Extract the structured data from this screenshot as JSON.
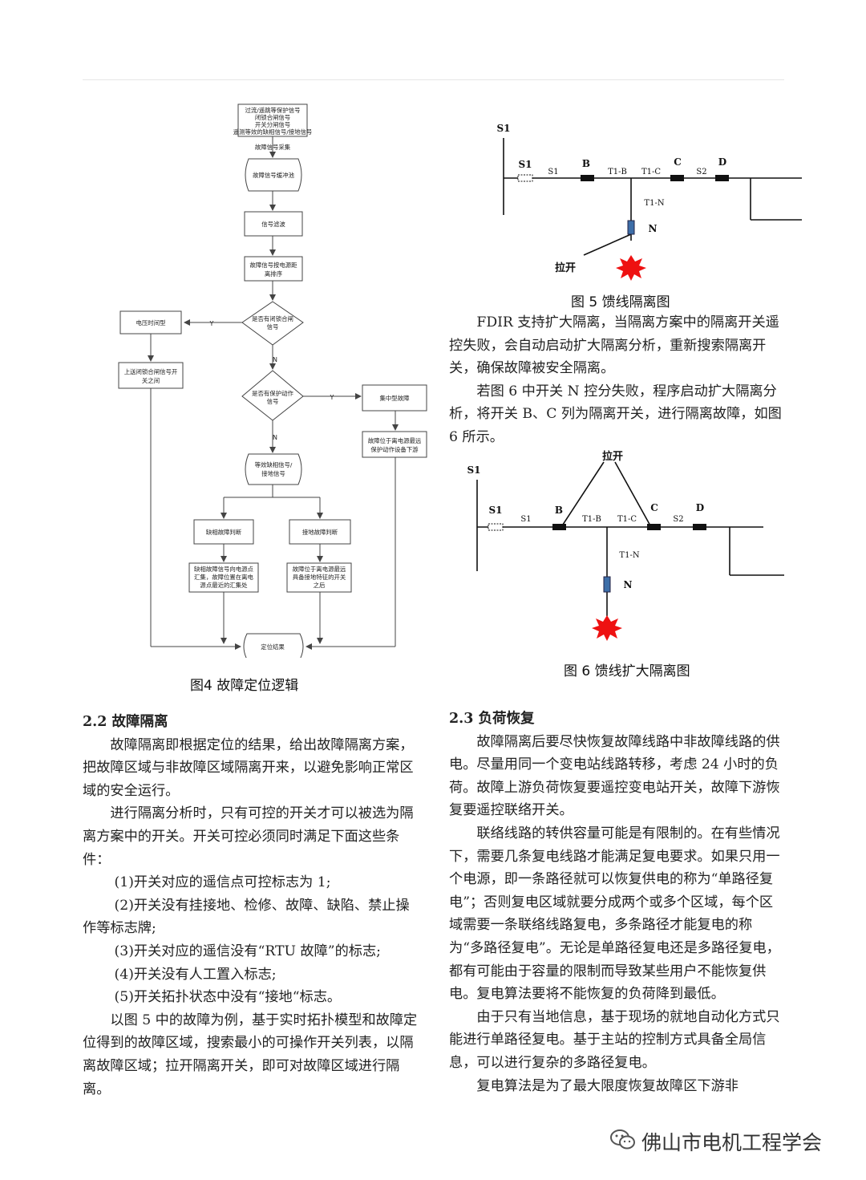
{
  "figure4": {
    "caption": "图4 故障定位逻辑",
    "nodes": {
      "input_line1": "过流/遥跳等保护信号",
      "input_line2": "闭锁合闸信号",
      "input_line3": "开关分闸信号",
      "input_line4": "遥测等效的缺相信号/接地信号",
      "collect": "故障信号采集",
      "buffer": "故障信号缓冲池",
      "filter": "信号滤波",
      "sort_line1": "故障信号按电源距",
      "sort_line2": "离排序",
      "decision1_line1": "是否有闭锁合闸",
      "decision1_line2": "信号",
      "voltage_time": "电压时间型",
      "upstream_line1": "上送闭锁合闸信号开",
      "upstream_line2": "关之间",
      "decision2_line1": "是否有保护动作",
      "decision2_line2": "信号",
      "centralized": "集中型故障",
      "protect_line1": "故障位于离电源最远",
      "protect_line2": "保护动作设备下游",
      "equiv_line1": "等效缺相信号/",
      "equiv_line2": "接地信号",
      "phase_judge": "缺相故障判断",
      "ground_judge": "接地故障判断",
      "phase_result_line1": "缺相故障信号向电源点",
      "phase_result_line2": "汇集，故障位置在离电",
      "phase_result_line3": "源点最近的汇集处",
      "ground_result_line1": "故障位于离电源最远",
      "ground_result_line2": "具备接地特征的开关",
      "ground_result_line3": "之后",
      "result": "定位结果",
      "yes": "Y",
      "no": "N"
    }
  },
  "figure5": {
    "caption": "图 5 馈线隔离图",
    "labels": {
      "source": "S1",
      "s1_switch": "S1",
      "s1_seg": "S1",
      "b": "B",
      "t1b": "T1-B",
      "t1c": "T1-C",
      "c": "C",
      "s2": "S2",
      "d": "D",
      "t1n": "T1-N",
      "n": "N",
      "open": "拉开"
    }
  },
  "figure6": {
    "caption": "图 6 馈线扩大隔离图",
    "labels": {
      "source": "S1",
      "s1_switch": "S1",
      "s1_seg": "S1",
      "b": "B",
      "t1b": "T1-B",
      "t1c": "T1-C",
      "c": "C",
      "s2": "S2",
      "d": "D",
      "t1n": "T1-N",
      "n": "N",
      "open": "拉开"
    }
  },
  "left_column": {
    "heading": "2.2 故障隔离",
    "p1": "故障隔离即根据定位的结果，给出故障隔离方案，把故障区域与非故障区域隔离开来，以避免影响正常区域的安全运行。",
    "p2": "进行隔离分析时，只有可控的开关才可以被选为隔离方案中的开关。开关可控必须同时满足下面这些条件：",
    "item1": "(1)开关对应的遥信点可控标志为 1;",
    "item2": "(2)开关没有挂接地、检修、故障、缺陷、禁止操作等标志牌;",
    "item3": "(3)开关对应的遥信没有“RTU 故障”的标志;",
    "item4": "(4)开关没有人工置入标志;",
    "item5": "(5)开关拓扑状态中没有“接地“标志。",
    "p3": "以图 5 中的故障为例，基于实时拓扑模型和故障定位得到的故障区域，搜索最小的可操作开关列表，以隔离故障区域；拉开隔离开关，即可对故障区域进行隔离。"
  },
  "right_column": {
    "p1": "FDIR 支持扩大隔离，当隔离方案中的隔离开关遥控失败，会自动启动扩大隔离分析，重新搜索隔离开关，确保故障被安全隔离。",
    "p2": "若图 6 中开关 N 控分失败，程序启动扩大隔离分析，将开关 B、C 列为隔离开关，进行隔离故障，如图 6 所示。",
    "heading": "2.3 负荷恢复",
    "p3": "故障隔离后要尽快恢复故障线路中非故障线路的供电。尽量用同一个变电站线路转移，考虑 24 小时的负荷。故障上游负荷恢复要遥控变电站开关，故障下游恢复要遥控联络开关。",
    "p4": "联络线路的转供容量可能是有限制的。在有些情况下，需要几条复电线路才能满足复电要求。如果只用一个电源，即一条路径就可以恢复供电的称为“单路径复电”；否则复电区域就要分成两个或多个区域，每个区域需要一条联络线路复电，多条路径才能复电的称为“多路径复电”。无论是单路径复电还是多路径复电，都有可能由于容量的限制而导致某些用户不能恢复供电。复电算法要将不能恢复的负荷降到最低。",
    "p5": "由于只有当地信息，基于现场的就地自动化方式只能进行单路径复电。基于主站的控制方式具备全局信息，可以进行复杂的多路径复电。",
    "p6": "复电算法是为了最大限度恢复故障区下游非"
  },
  "watermark": "佛山市电机工程学会"
}
